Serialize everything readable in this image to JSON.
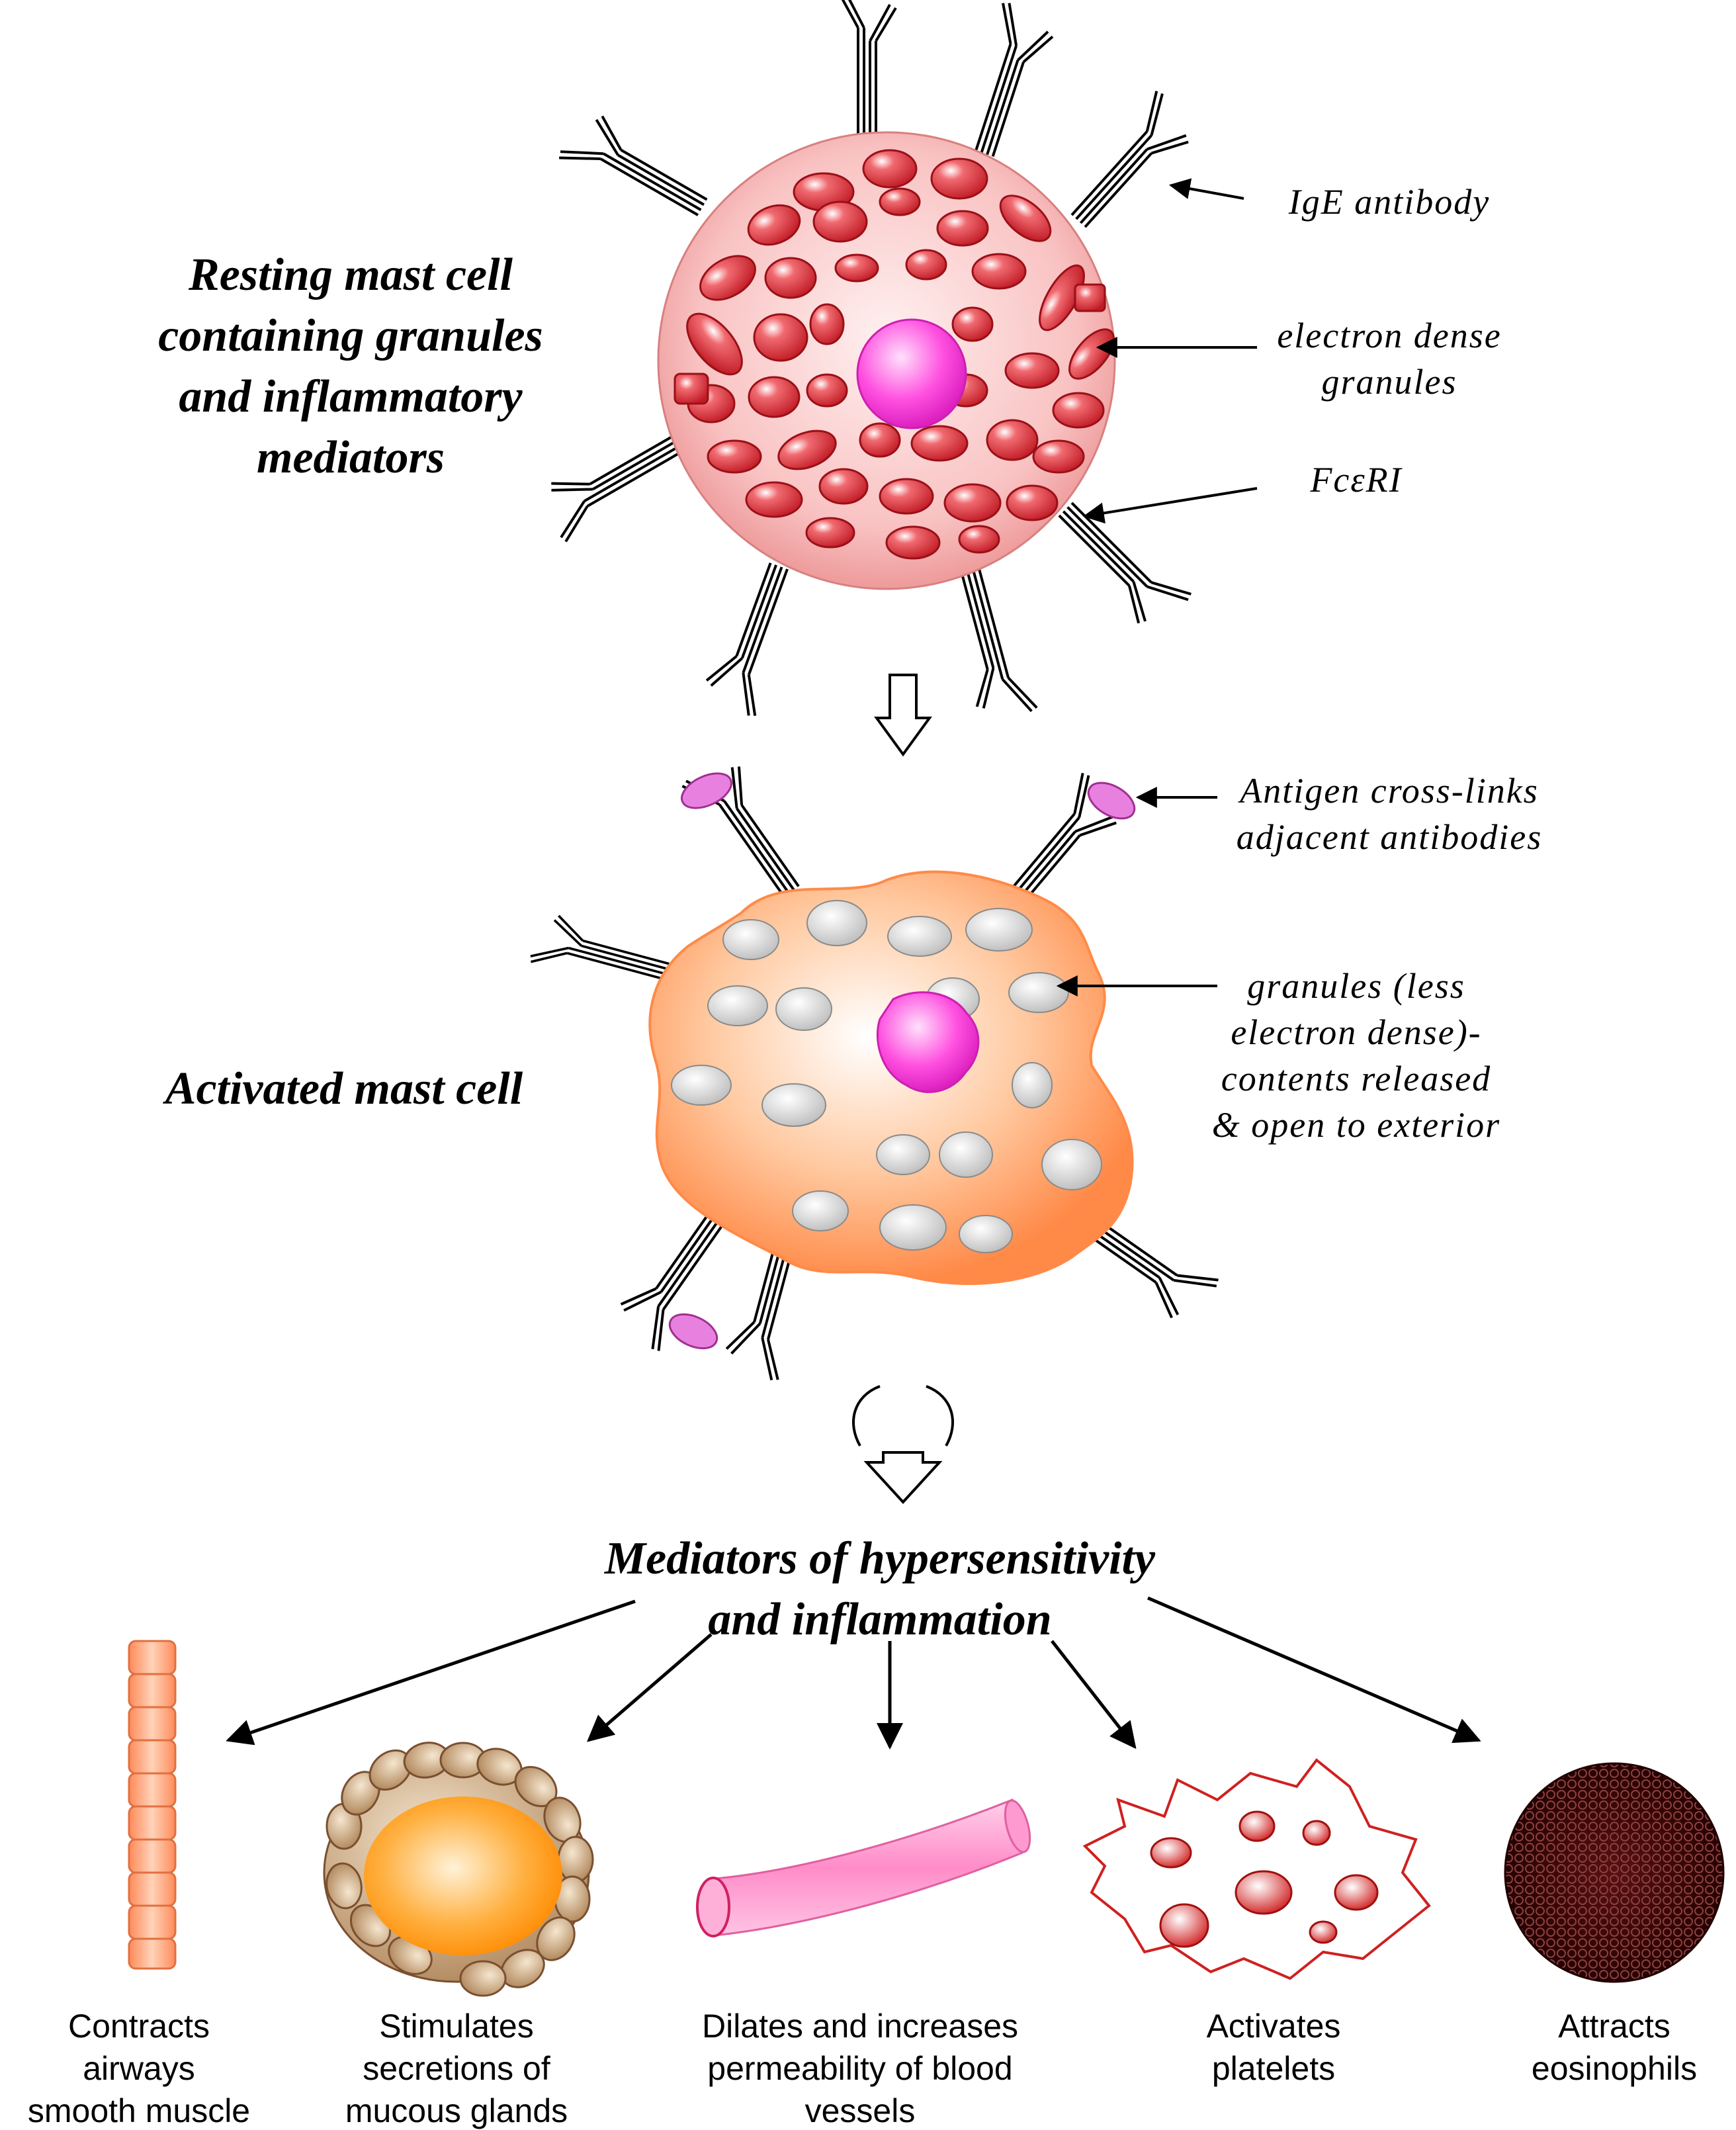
{
  "resting": {
    "title": [
      "Resting mast cell",
      "containing granules",
      "and inflammatory",
      "mediators"
    ],
    "labels": {
      "ige": "IgE antibody",
      "granules": [
        "electron dense",
        "granules"
      ],
      "receptor": "FcεRI"
    }
  },
  "activated": {
    "title": "Activated mast cell",
    "labels": {
      "antigen": [
        "Antigen cross-links",
        "adjacent antibodies"
      ],
      "granules": [
        "granules (less",
        "electron dense)-",
        "contents released",
        "& open to exterior"
      ]
    }
  },
  "mediators": {
    "title": [
      "Mediators of hypersensitivity",
      "and inflammation"
    ]
  },
  "effects": [
    {
      "lines": [
        "Contracts",
        "airways",
        "smooth muscle"
      ]
    },
    {
      "lines": [
        "Stimulates",
        "secretions of",
        "mucous glands"
      ]
    },
    {
      "lines": [
        "Dilates and increases",
        "permeability of blood",
        "vessels"
      ]
    },
    {
      "lines": [
        "Activates",
        "platelets"
      ]
    },
    {
      "lines": [
        "Attracts",
        "eosinophils"
      ]
    }
  ],
  "colors": {
    "resting_cell": "#f7b8b8",
    "granule": "#d9303a",
    "nucleus": "#ff44dd",
    "activated_cell": "#ff9a5a",
    "activated_granule": "#c8c8c8",
    "antigen": "#e880e0",
    "muscle": "#ffa070",
    "gland": "#ff9a1a",
    "vessel": "#ff8cc8",
    "platelet": "#dd2020",
    "eosinophil": "#3a0808"
  }
}
